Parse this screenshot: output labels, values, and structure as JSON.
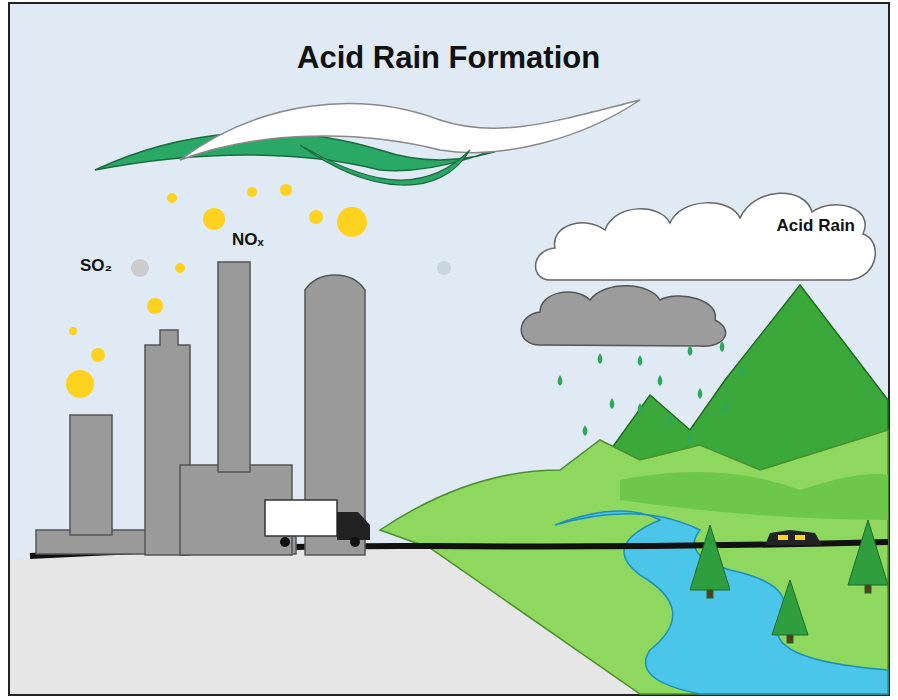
{
  "diagram": {
    "title": "Acid Rain Formation",
    "nodes": [
      {
        "text": [
          "Acid Rain"
        ]
      }
    ],
    "labels": [
      "SO₂",
      "NOₓ"
    ]
  }
}
